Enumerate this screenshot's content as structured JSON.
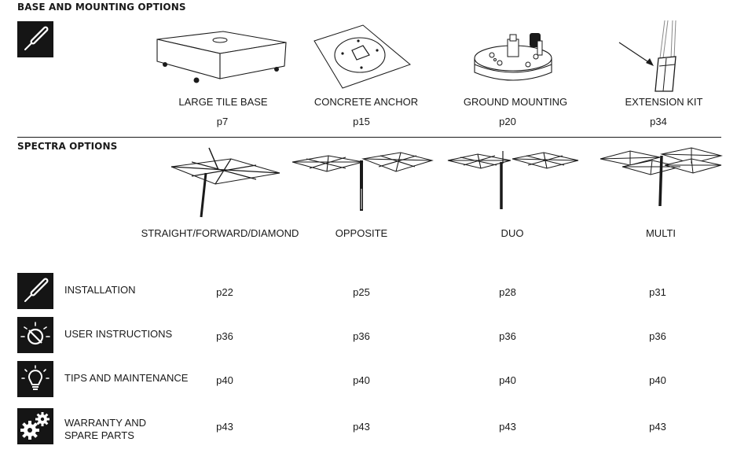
{
  "base_section": {
    "title": "BASE AND MOUNTING OPTIONS",
    "items": [
      {
        "label": "LARGE TILE BASE",
        "page": "p7"
      },
      {
        "label": "CONCRETE ANCHOR",
        "page": "p15"
      },
      {
        "label": "GROUND MOUNTING",
        "page": "p20"
      },
      {
        "label": "EXTENSION KIT",
        "page": "p34"
      }
    ]
  },
  "spectra_section": {
    "title": "SPECTRA OPTIONS",
    "items": [
      {
        "label": "STRAIGHT/FORWARD/DIAMOND"
      },
      {
        "label": "OPPOSITE"
      },
      {
        "label": "DUO"
      },
      {
        "label": "MULTI"
      }
    ]
  },
  "rows": [
    {
      "icon": "screwdriver-icon",
      "label": "INSTALLATION",
      "pages": [
        "p22",
        "p25",
        "p28",
        "p31"
      ]
    },
    {
      "icon": "sun-crossed-icon",
      "label": "USER INSTRUCTIONS",
      "pages": [
        "p36",
        "p36",
        "p36",
        "p36"
      ]
    },
    {
      "icon": "lightbulb-icon",
      "label": "TIPS AND MAINTENANCE",
      "pages": [
        "p40",
        "p40",
        "p40",
        "p40"
      ]
    },
    {
      "icon": "gears-icon",
      "label_line1": "WARRANTY AND",
      "label_line2": "SPARE PARTS",
      "pages": [
        "p43",
        "p43",
        "p43",
        "p43"
      ]
    }
  ]
}
